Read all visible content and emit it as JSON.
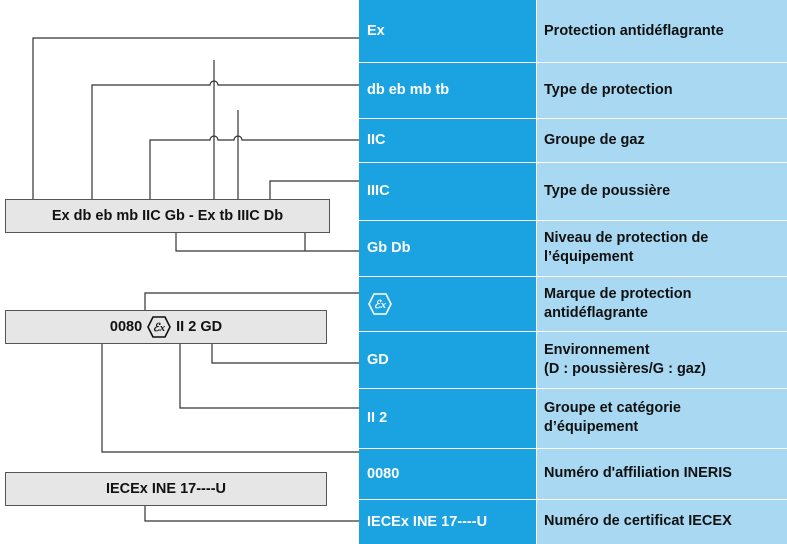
{
  "codes": {
    "code1": {
      "a": "Ex ",
      "b": "db",
      "c": " eb mb IIC Gb - Ex tb IIIC Db"
    },
    "code2": {
      "number": "0080",
      "category": "II 2",
      "env": "GD"
    },
    "code3": "IECEx INE 17----U"
  },
  "ex_mark_icon": "ex-hexagon-icon",
  "table": {
    "rows": [
      {
        "term": "Ex",
        "meaning": [
          "Protection antidéflagrante"
        ]
      },
      {
        "term": "db eb mb tb",
        "meaning": [
          "Type de protection"
        ]
      },
      {
        "term": "IIC",
        "meaning": [
          "Groupe de gaz"
        ]
      },
      {
        "term": "IIIC",
        "meaning": [
          "Type de poussière"
        ]
      },
      {
        "term": "Gb Db",
        "meaning": [
          "Niveau de protection de",
          "l’équipement"
        ]
      },
      {
        "term": "",
        "term_icon": "ex-hexagon-icon",
        "meaning": [
          "Marque de protection",
          "antidéflagrante"
        ]
      },
      {
        "term": "GD",
        "meaning": [
          "Environnement",
          "(D : poussières/G : gaz)"
        ]
      },
      {
        "term": "II 2",
        "meaning": [
          "Groupe et catégorie",
          "d’équipement"
        ]
      },
      {
        "term": "0080",
        "meaning": [
          "Numéro d'affiliation INERIS"
        ]
      },
      {
        "term": "IECEx INE 17----U",
        "meaning": [
          "Numéro de certificat IECEX"
        ]
      }
    ]
  },
  "colors": {
    "term_bg": "#1ba3e1",
    "meaning_bg": "#a8d8f2",
    "code_box_bg": "#e6e6e6",
    "line": "#333333"
  }
}
